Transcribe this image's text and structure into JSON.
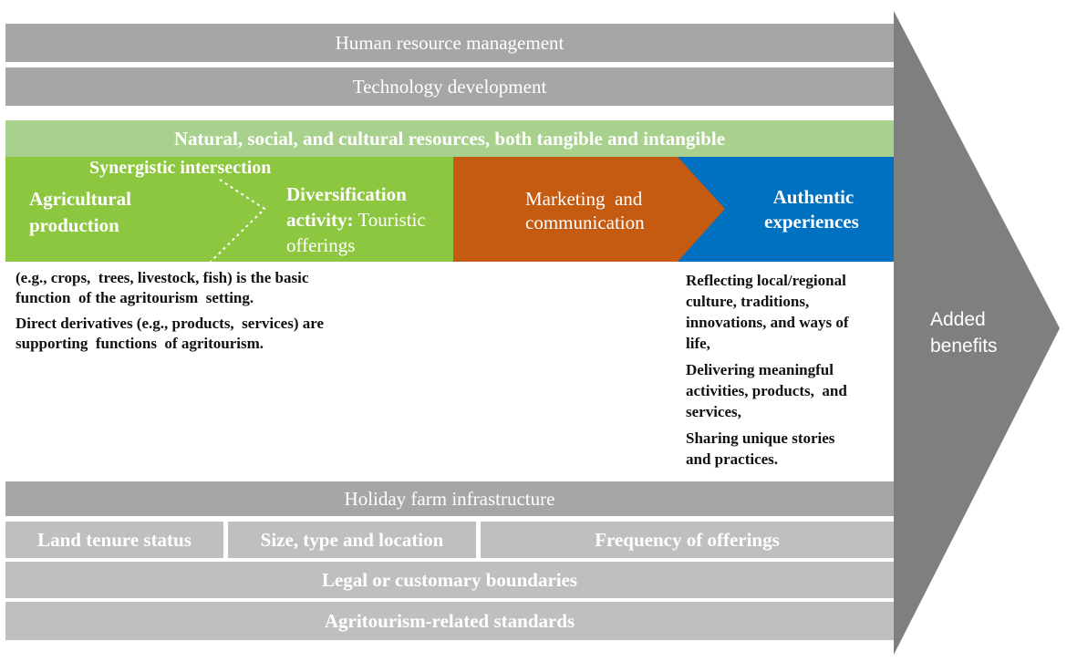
{
  "chevron": {
    "label_line1": "Added",
    "label_line2": "benefits",
    "color": "#7f7f7f"
  },
  "support_top": {
    "hr": "Human resource management",
    "tech": "Technology development"
  },
  "resources_bar": {
    "label": "Natural, social, and cultural resources, both tangible and intangible",
    "color": "#a9d18e"
  },
  "primary_chain": {
    "synergy_label": "Synergistic intersection",
    "agri": {
      "line1": "Agricultural",
      "line2": "production",
      "color": "#8dc63f"
    },
    "diversification": {
      "line1": "Diversification",
      "line2_bold": "activity:",
      "line2_rest": "Touristic",
      "line3": "offerings"
    },
    "marketing": {
      "line1": "Marketing  and",
      "line2": "communication",
      "color": "#c55a11"
    },
    "authentic": {
      "line1": "Authentic",
      "line2": "experiences",
      "color": "#0070c0"
    }
  },
  "agri_notes": {
    "p1_line1": "(e.g., crops,  trees, livestock, fish) is the basic",
    "p1_line2": "function  of the agritourism  setting.",
    "p2_line1": "Direct derivatives (e.g., products,  services) are",
    "p2_line2": "supporting  functions  of agritourism."
  },
  "authentic_notes": {
    "p1_line1": "Reflecting local/regional",
    "p1_line2": "culture, traditions,",
    "p1_line3": "innovations, and ways of",
    "p1_line4": "life,",
    "p2_line1": "Delivering meaningful",
    "p2_line2": "activities, products,  and",
    "p2_line3": "services,",
    "p3_line1": "Sharing unique stories",
    "p3_line2": "and practices."
  },
  "support_bottom": {
    "infrastructure": "Holiday farm infrastructure",
    "land": "Land tenure status",
    "size": "Size, type and location",
    "frequency": "Frequency of offerings",
    "boundaries": "Legal or customary boundaries",
    "standards": "Agritourism-related standards"
  }
}
